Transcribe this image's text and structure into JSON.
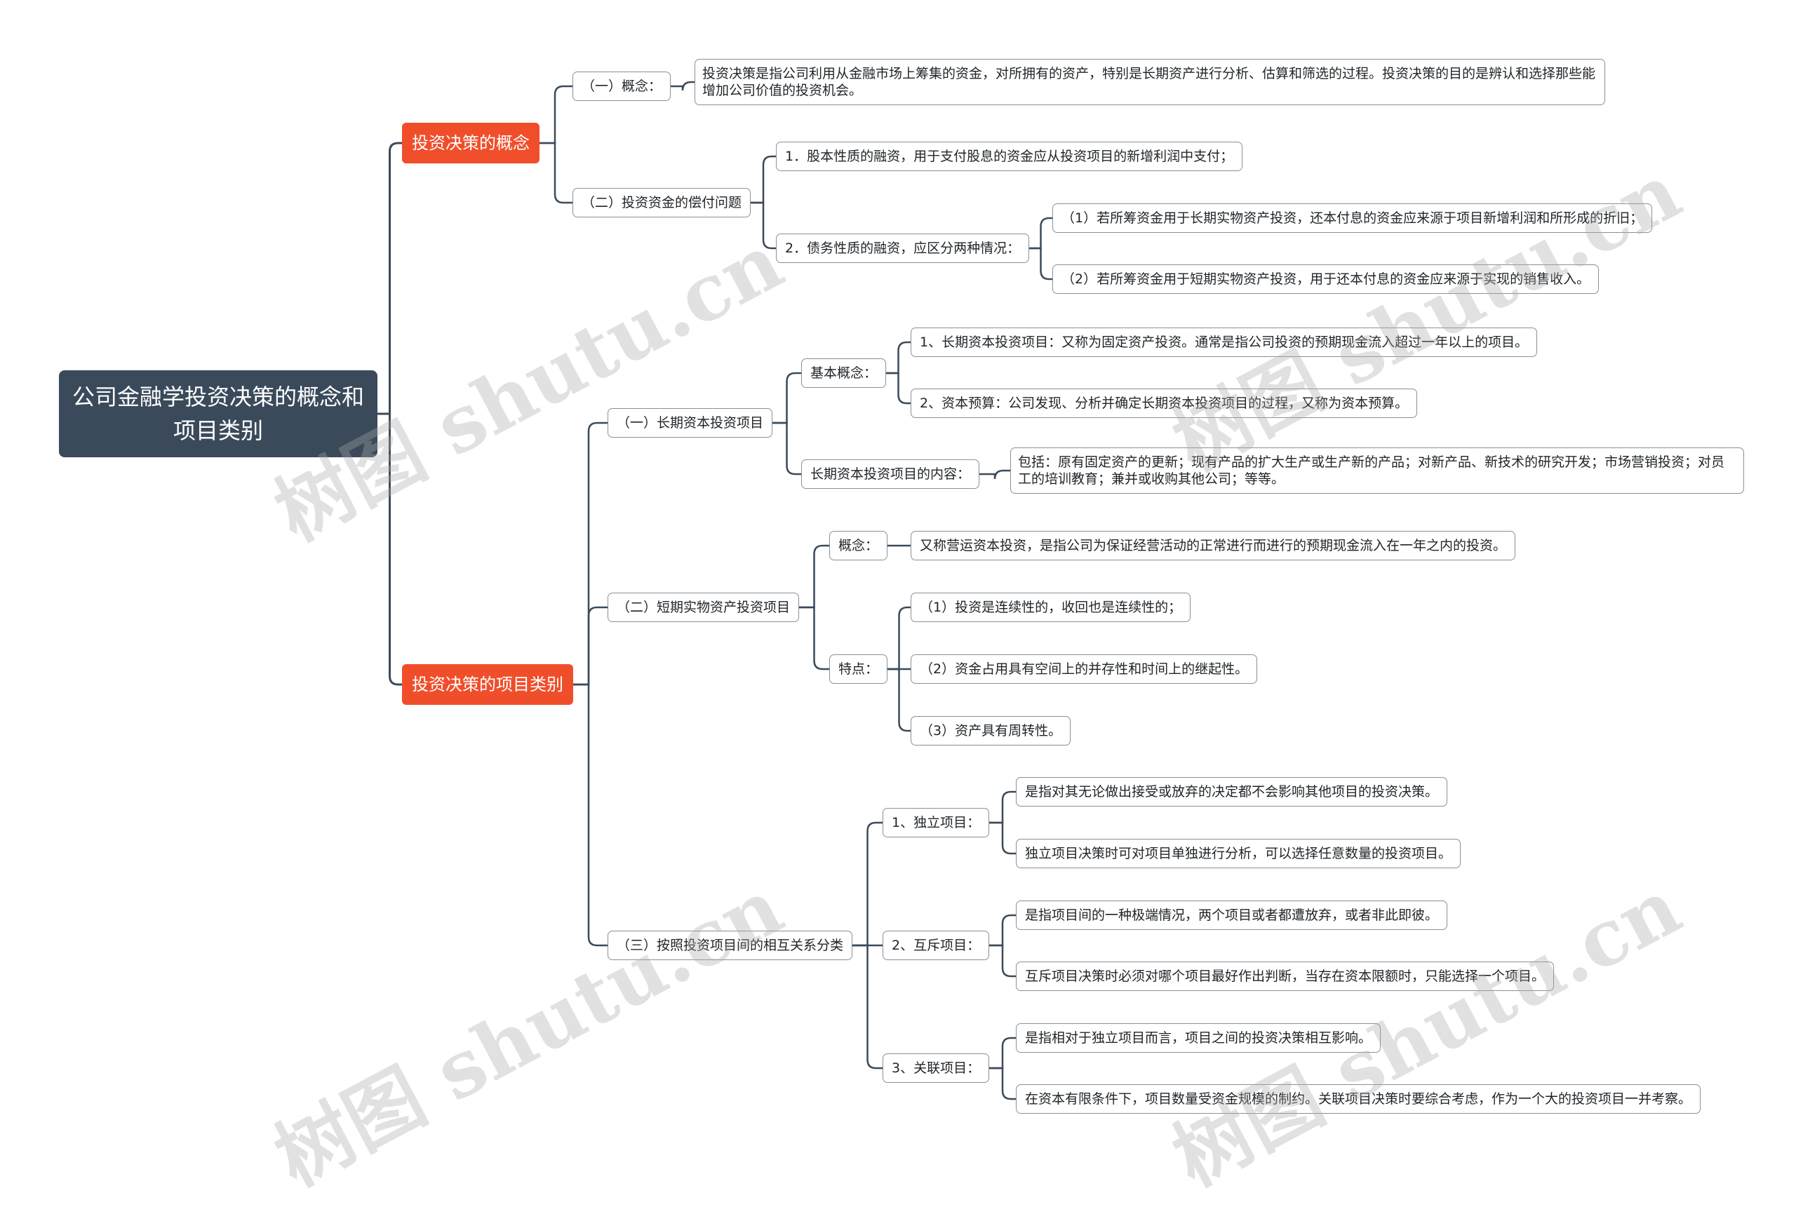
{
  "root": {
    "title": "公司金融学投资决策的概念和项目类别"
  },
  "branch1": {
    "label": "投资决策的概念",
    "concept": {
      "label": "（一）概念：",
      "text": "投资决策是指公司利用从金融市场上筹集的资金，对所拥有的资产，特别是长期资产进行分析、估算和筛选的过程。投资决策的目的是辨认和选择那些能增加公司价值的投资机会。"
    },
    "repayment": {
      "label": "（二）投资资金的偿付问题",
      "equity": "1．股本性质的融资，用于支付股息的资金应从投资项目的新增利润中支付；",
      "debt": {
        "label": "2．债务性质的融资，应区分两种情况：",
        "items": [
          "（1）若所筹资金用于长期实物资产投资，还本付息的资金应来源于项目新增利润和所形成的折旧；",
          "（2）若所筹资金用于短期实物资产投资，用于还本付息的资金应来源于实现的销售收入。"
        ]
      }
    }
  },
  "branch2": {
    "label": "投资决策的项目类别",
    "longterm": {
      "label": "（一）长期资本投资项目",
      "basic": {
        "label": "基本概念：",
        "items": [
          "1、长期资本投资项目：又称为固定资产投资。通常是指公司投资的预期现金流入超过一年以上的项目。",
          "2、资本预算：公司发现、分析并确定长期资本投资项目的过程，又称为资本预算。"
        ]
      },
      "content": {
        "label": "长期资本投资项目的内容：",
        "text": "包括：原有固定资产的更新；现有产品的扩大生产或生产新的产品；对新产品、新技术的研究开发；市场营销投资；对员工的培训教育；兼并或收购其他公司；等等。"
      }
    },
    "shortterm": {
      "label": "（二）短期实物资产投资项目",
      "concept": {
        "label": "概念：",
        "text": "又称营运资本投资，是指公司为保证经营活动的正常进行而进行的预期现金流入在一年之内的投资。"
      },
      "features": {
        "label": "特点：",
        "items": [
          "（1）投资是连续性的，收回也是连续性的；",
          "（2）资金占用具有空间上的并存性和时间上的继起性。",
          "（3）资产具有周转性。"
        ]
      }
    },
    "relation": {
      "label": "（三）按照投资项目间的相互关系分类",
      "independent": {
        "label": "1、独立项目：",
        "items": [
          "是指对其无论做出接受或放弃的决定都不会影响其他项目的投资决策。",
          "独立项目决策时可对项目单独进行分析，可以选择任意数量的投资项目。"
        ]
      },
      "exclusive": {
        "label": "2、互斥项目：",
        "items": [
          "是指项目间的一种极端情况，两个项目或者都遭放弃，或者非此即彼。",
          "互斥项目决策时必须对哪个项目最好作出判断，当存在资本限额时，只能选择一个项目。"
        ]
      },
      "related": {
        "label": "3、关联项目：",
        "items": [
          "是指相对于独立项目而言，项目之间的投资决策相互影响。",
          "在资本有限条件下，项目数量受资金规模的制约。关联项目决策时要综合考虑，作为一个大的投资项目一并考察。"
        ]
      }
    }
  },
  "watermark": "树图 shutu.cn",
  "colors": {
    "root": "#3a4a5a",
    "branch": "#f04e2b",
    "line": "#3a4a5a",
    "border": "#8a8f98"
  }
}
